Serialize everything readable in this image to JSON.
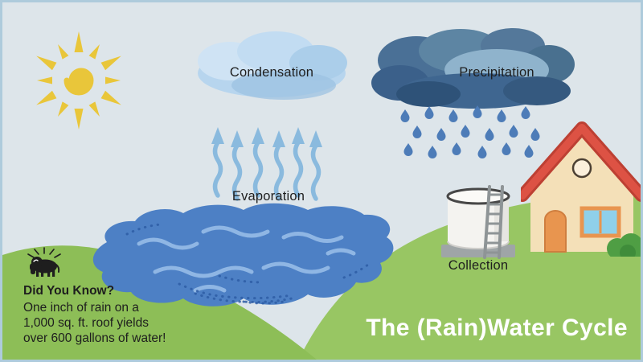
{
  "scene": {
    "title": "The (Rain)Water Cycle"
  },
  "labels": {
    "condensation": "Condensation",
    "precipitation": "Precipitation",
    "evaporation": "Evaporation",
    "collection": "Collection"
  },
  "did_you_know": {
    "heading": "Did You Know?",
    "lines": [
      "One inch of rain on a",
      "1,000 sq. ft. roof yields",
      "over 600 gallons of water!"
    ]
  },
  "icons": {
    "sun": "sun with spiral center and rays",
    "cloud": "light watercolor cloud",
    "storm_cloud": "dark rain clouds",
    "raindrops": "falling raindrops",
    "evaporation_arrows": "wavy upward arrows",
    "lake": "lake with wave lines and speckles",
    "water_tank": "round collection tank with ladder",
    "house": "house with red roof, door, window and bush",
    "bison": "bison silhouette with rays"
  },
  "colors": {
    "sky": "#dde5ea",
    "border": "#aecbdc",
    "grass_left": "#8dbe57",
    "grass_right": "#98c663",
    "water": "#4d80c5",
    "sun": "#e9c63a",
    "light_cloud": "#b7d5ee",
    "dark_cloud": "#4a7096",
    "rain_drop": "#4d7cb8",
    "evaporation_arrow": "#8abade",
    "roof": "#dd5244",
    "roof_dark": "#bd4033",
    "house_wall": "#f4e0b8",
    "door": "#e8954f",
    "window": "#8fd0ea",
    "bush": "#4f9e44",
    "tank_body": "#f4f3f0",
    "tank_base": "#9fa5a7",
    "text_dark": "#1e1e1e",
    "title_text": "#ffffff"
  }
}
